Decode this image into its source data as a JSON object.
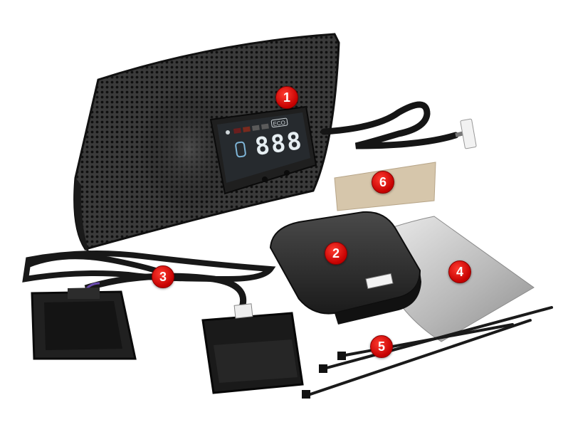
{
  "colors": {
    "badge": "#d90000",
    "badge_text": "#ffffff",
    "grille": "#2a2a2a",
    "display": "#1e1e1e",
    "segments": "#dfe8ee",
    "adhesive_pad": "#c9b79c",
    "heat_sheet": "#9a9a9a"
  },
  "items": [
    {
      "number": "1",
      "label_text": "888",
      "icon": "speaker-grille-with-display"
    },
    {
      "number": "2",
      "icon": "control-box"
    },
    {
      "number": "3",
      "icon": "obd-y-cable"
    },
    {
      "number": "4",
      "icon": "heat-pad-sheet"
    },
    {
      "number": "5",
      "icon": "cable-ties"
    },
    {
      "number": "6",
      "icon": "adhesive-pad"
    }
  ],
  "display": {
    "digits": "888",
    "eco_label": "ECO"
  }
}
